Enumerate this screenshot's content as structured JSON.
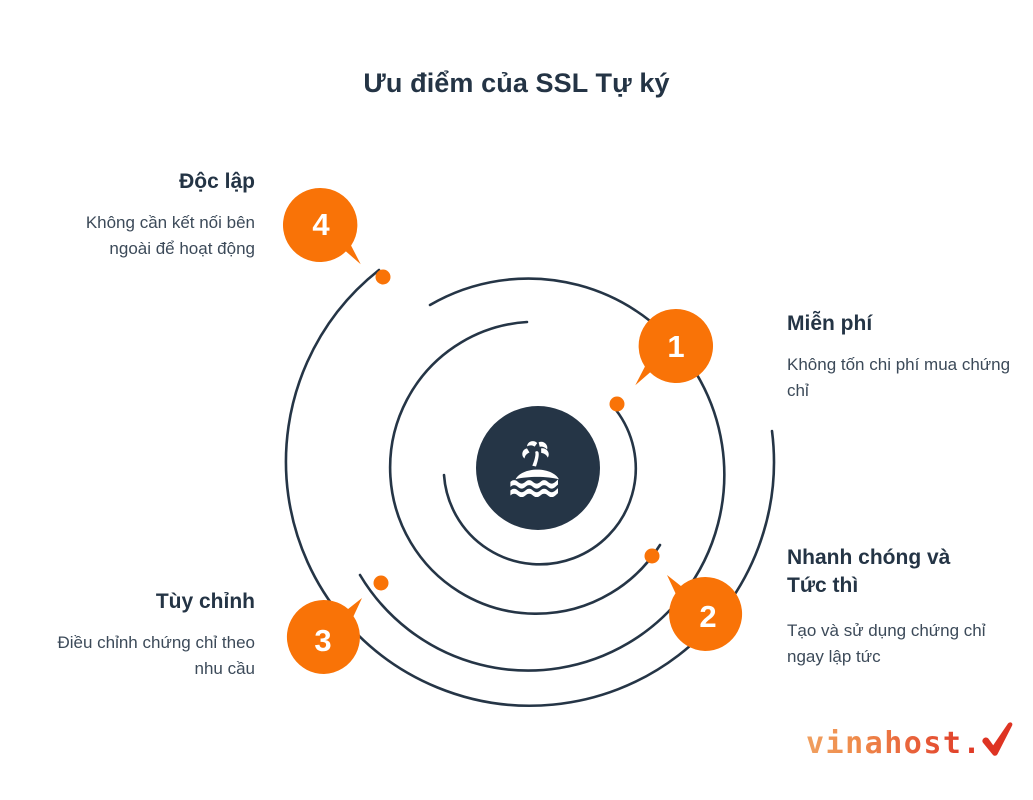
{
  "page": {
    "title": "Ưu điểm của SSL Tự ký",
    "background_color": "#ffffff"
  },
  "colors": {
    "accent_orange": "#f97307",
    "dark_navy": "#253546",
    "body_text": "#3c4a59",
    "logo_red": "#de3423"
  },
  "center": {
    "icon_name": "island-palm-tree-icon",
    "circle_color": "#253546",
    "icon_color": "#ffffff"
  },
  "items": [
    {
      "number": "1",
      "heading": "Miễn phí",
      "body": "Không tốn chi phí mua chứng chỉ",
      "position": "top-right",
      "tail_direction": "south-west"
    },
    {
      "number": "2",
      "heading": "Nhanh chóng và Tức thì",
      "body": "Tạo và sử dụng chứng chỉ ngay lập tức",
      "position": "bottom-right",
      "tail_direction": "north-west"
    },
    {
      "number": "3",
      "heading": "Tùy chỉnh",
      "body": "Điều chỉnh chứng chỉ theo nhu cầu",
      "position": "bottom-left",
      "tail_direction": "north-east"
    },
    {
      "number": "4",
      "heading": "Độc lập",
      "body": "Không cần kết nối bên ngoài để hoạt động",
      "position": "top-left",
      "tail_direction": "south-east"
    }
  ],
  "logo": {
    "wordmark": "vinahost.",
    "mark_name": "checkmark-icon"
  }
}
